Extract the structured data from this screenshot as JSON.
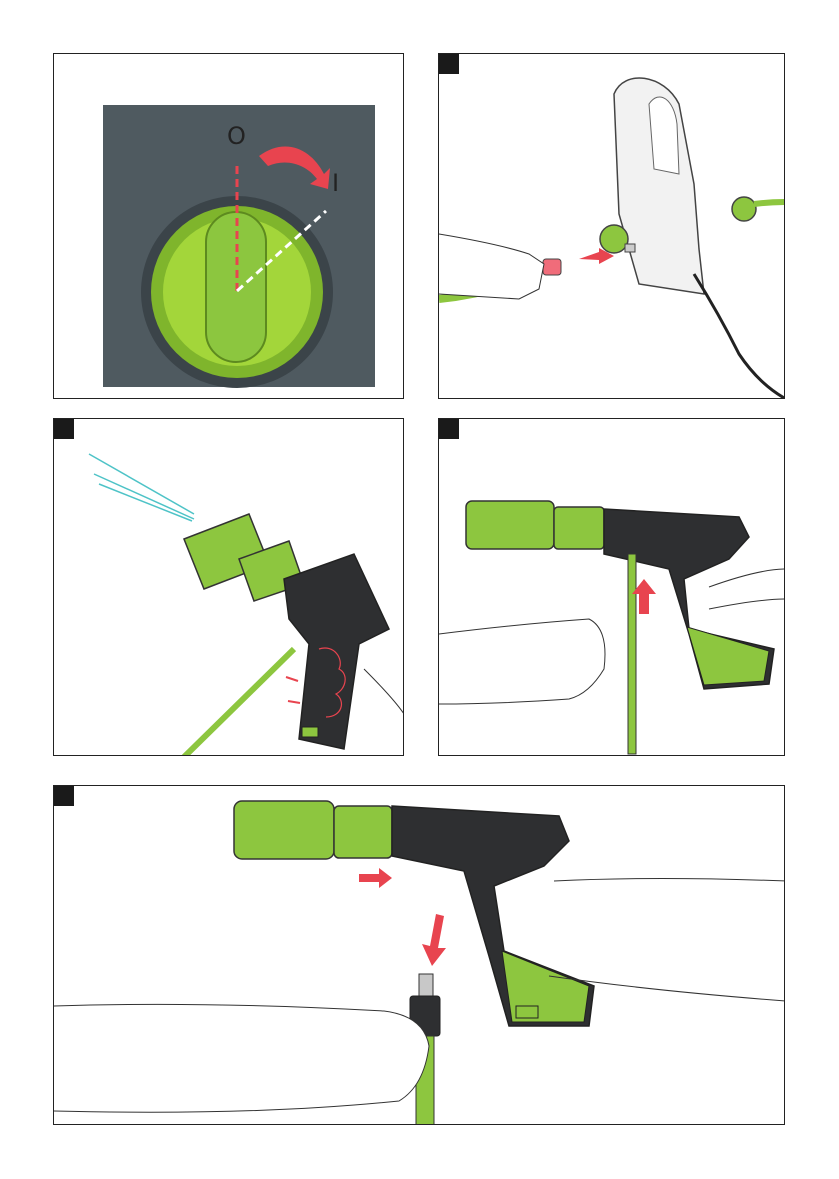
{
  "panels": [
    {
      "id": "p1",
      "badge": false
    },
    {
      "id": "p2",
      "badge": true
    },
    {
      "id": "p3",
      "badge": true
    },
    {
      "id": "p4",
      "badge": true
    },
    {
      "id": "p5",
      "badge": true
    }
  ],
  "dial": {
    "off_label": "O",
    "on_label": "I"
  },
  "colors": {
    "accent_green": "#8dc63f",
    "dark_gray": "#2e2f31",
    "arrow_red": "#e8444f",
    "panel_bg": "#4f5a60"
  }
}
